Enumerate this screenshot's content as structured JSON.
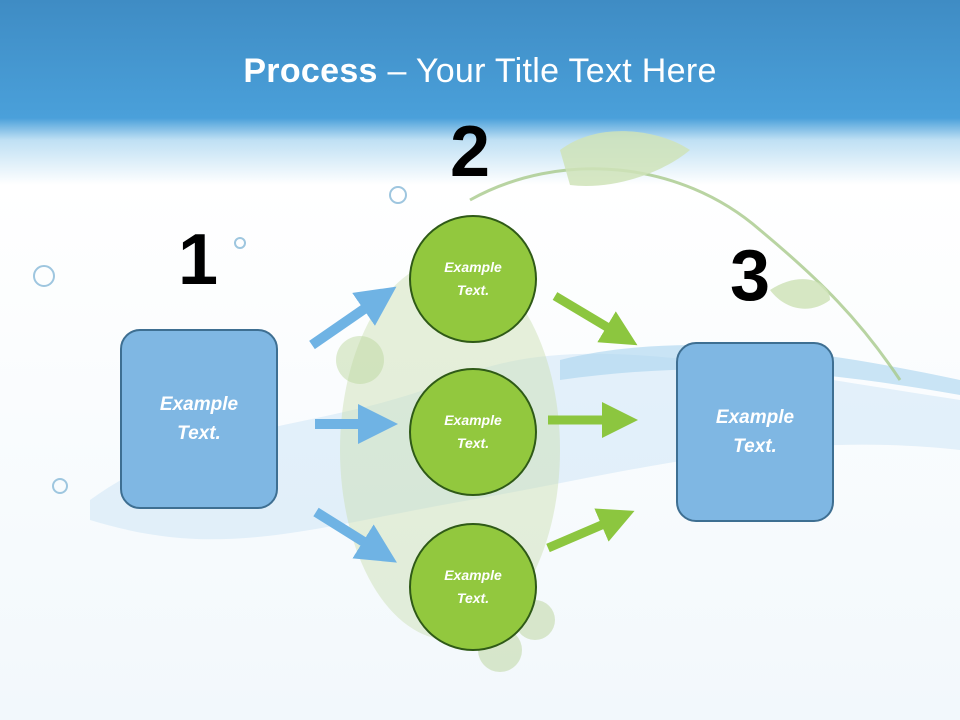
{
  "title": {
    "bold": "Process",
    "rest": " – Your Title Text Here"
  },
  "steps": {
    "one": {
      "number": "1",
      "text": "Example Text."
    },
    "two": {
      "number": "2",
      "items": [
        "Example Text.",
        "Example Text.",
        "Example Text."
      ]
    },
    "three": {
      "number": "3",
      "text": "Example Text."
    }
  },
  "colors": {
    "header": "#4aa0da",
    "box": "#7fb7e3",
    "circle": "#92c83e",
    "blue_arrow": "#6fb3e4",
    "green_arrow": "#8cc63f"
  }
}
